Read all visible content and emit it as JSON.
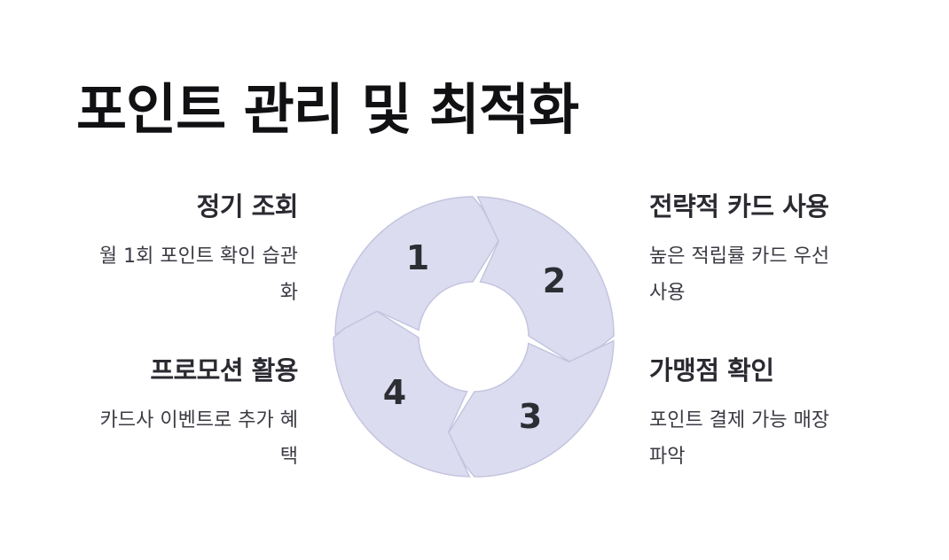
{
  "title": "포인트 관리 및 최적화",
  "colors": {
    "segment_fill": "#dcdcf0",
    "segment_stroke": "#c4c4df",
    "text_dark": "#111114"
  },
  "cycle": {
    "steps": [
      {
        "number": "1",
        "title": "정기 조회",
        "desc_line1": "월 1회 포인트 확인 습관",
        "desc_line2": "화"
      },
      {
        "number": "2",
        "title": "전략적 카드 사용",
        "desc_line1": "높은 적립률 카드 우선",
        "desc_line2": "사용"
      },
      {
        "number": "3",
        "title": "가맹점 확인",
        "desc_line1": "포인트 결제 가능 매장",
        "desc_line2": "파악"
      },
      {
        "number": "4",
        "title": "프로모션 활용",
        "desc_line1": "카드사 이벤트로 추가 혜",
        "desc_line2": "택"
      }
    ]
  }
}
